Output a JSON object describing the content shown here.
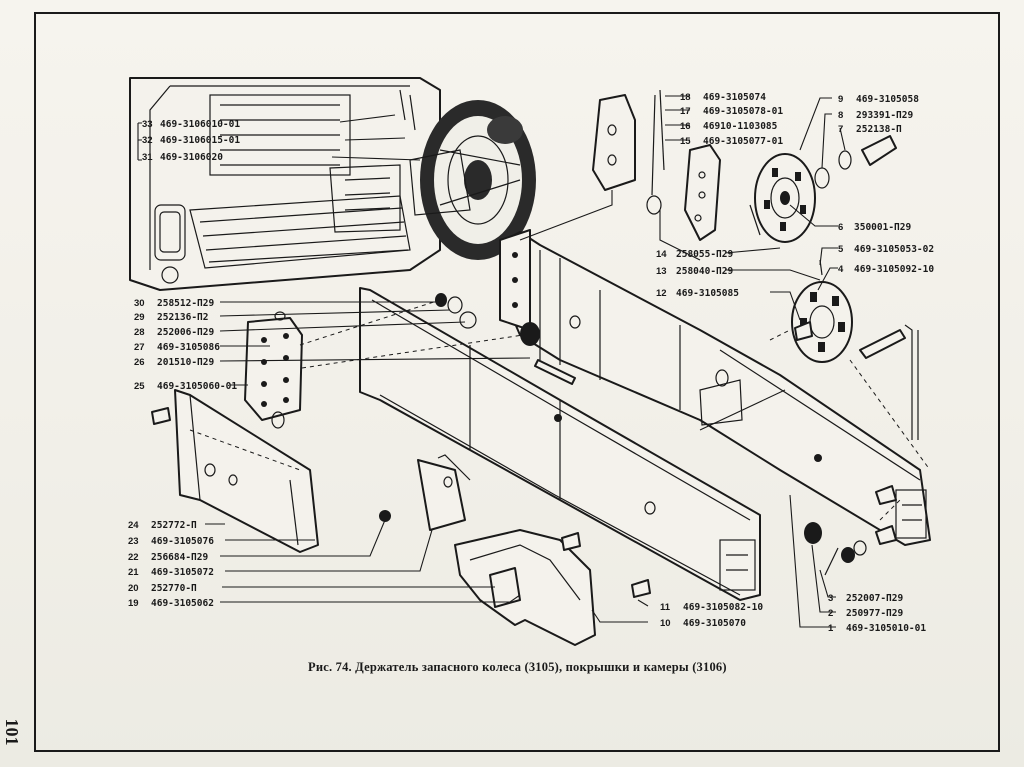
{
  "caption": "Рис. 74. Держатель запасного колеса (3105), покрышки и камеры (3106)",
  "page_number": "101",
  "labels_left_top": [
    {
      "num": "33",
      "part": "469-3106010-01"
    },
    {
      "num": "32",
      "part": "469-3106015-01"
    },
    {
      "num": "31",
      "part": "469-3106020"
    }
  ],
  "labels_left_mid": [
    {
      "num": "30",
      "part": "258512-П29"
    },
    {
      "num": "29",
      "part": "252136-П2"
    },
    {
      "num": "28",
      "part": "252006-П29"
    },
    {
      "num": "27",
      "part": "469-3105086"
    },
    {
      "num": "26",
      "part": "201510-П29"
    },
    {
      "num": "25",
      "part": "469-3105060-01"
    }
  ],
  "labels_left_bottom": [
    {
      "num": "24",
      "part": "252772-П"
    },
    {
      "num": "23",
      "part": "469-3105076"
    },
    {
      "num": "22",
      "part": "256684-П29"
    },
    {
      "num": "21",
      "part": "469-3105072"
    },
    {
      "num": "20",
      "part": "252770-П"
    },
    {
      "num": "19",
      "part": "469-3105062"
    }
  ],
  "labels_top_center": [
    {
      "num": "18",
      "part": "469-3105074"
    },
    {
      "num": "17",
      "part": "469-3105078-01"
    },
    {
      "num": "16",
      "part": "46910-1103085"
    },
    {
      "num": "15",
      "part": "469-3105077-01"
    }
  ],
  "labels_mid_center": [
    {
      "num": "14",
      "part": "258055-П29"
    },
    {
      "num": "13",
      "part": "258040-П29"
    },
    {
      "num": "12",
      "part": "469-3105085"
    }
  ],
  "labels_top_right": [
    {
      "num": "9",
      "part": "469-3105058"
    },
    {
      "num": "8",
      "part": "293391-П29"
    },
    {
      "num": "7",
      "part": "252138-П"
    }
  ],
  "labels_mid_right": [
    {
      "num": "6",
      "part": "350001-П29"
    },
    {
      "num": "5",
      "part": "469-3105053-02"
    },
    {
      "num": "4",
      "part": "469-3105092-10"
    }
  ],
  "labels_bottom_center": [
    {
      "num": "11",
      "part": "469-3105082-10"
    },
    {
      "num": "10",
      "part": "469-3105070"
    }
  ],
  "labels_bottom_right": [
    {
      "num": "3",
      "part": "252007-П29"
    },
    {
      "num": "2",
      "part": "250977-П29"
    },
    {
      "num": "1",
      "part": "469-3105010-01"
    }
  ]
}
